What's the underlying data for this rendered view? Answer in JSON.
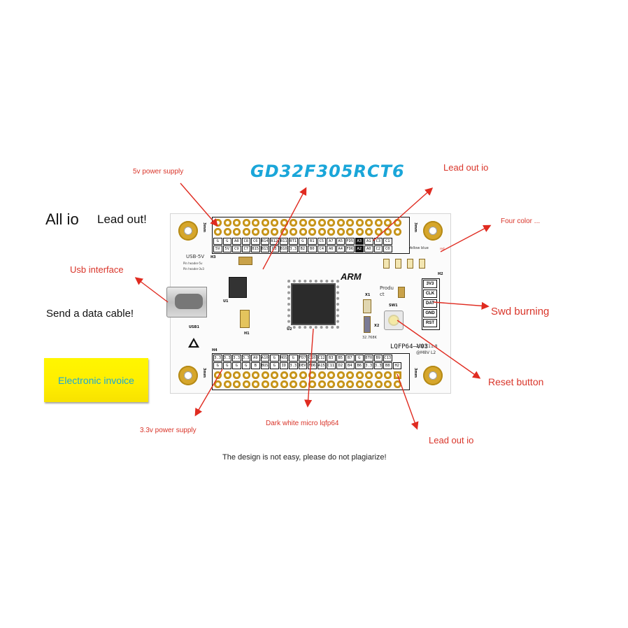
{
  "title": "GD32F305RCT6",
  "labels": {
    "power_5v": "5v power supply",
    "lead_out_top": "Lead out io",
    "four_color": "Four color ...",
    "all_io": "All io",
    "lead_out_excl": "Lead out!",
    "usb_interface": "Usb interface",
    "swd_burning": "Swd burning",
    "send_cable": "Send a data cable!",
    "reset_button": "Reset button",
    "electronic_invoice": "Electronic invoice",
    "power_33v": "3.3v power supply",
    "dark_white_micro": "Dark white micro lqfp64",
    "lead_out_bottom": "Lead out io",
    "footer": "The design is not easy, please do not plagiarize!"
  },
  "board": {
    "top_header_labels": [
      "G",
      "G",
      "A8",
      "C8",
      "C6",
      "B14",
      "B12",
      "B11",
      "BT1",
      "G",
      "B1",
      "C5",
      "A7",
      "A5",
      "FD5",
      "A3",
      "A1",
      "C3",
      "C1"
    ],
    "top_header_labels_row2": [
      "5V",
      "5V",
      "C9",
      "C7",
      "B15",
      "B13",
      "H3",
      "B10",
      "3.3",
      "B2",
      "B0",
      "C4",
      "A6",
      "A4",
      "FD6",
      "A2",
      "A0",
      "C2",
      "C0"
    ],
    "bottom_header_labels_row1": [
      "3.3",
      "3.3",
      "3.3",
      "3.3",
      "A9",
      "A10",
      "G",
      "HOS",
      "G",
      "FD7",
      "C10",
      "C12",
      "B3",
      "B5",
      "B7",
      "G",
      "BT0",
      "B9",
      "C13"
    ],
    "bottom_header_labels_row2": [
      "G",
      "G",
      "G",
      "G",
      "B",
      "BUS",
      "G",
      "ID",
      "3.3",
      "DEV",
      "FD6",
      "A15",
      "C11",
      "D2",
      "B4",
      "B6",
      "3.3",
      "3.3",
      "B8",
      "H2"
    ],
    "swd_pins": [
      "3V3",
      "CLK",
      "DAT",
      "GND",
      "RST"
    ],
    "arm_logo": "ARM",
    "package_text": "LQFP64—V03",
    "date_text": "2023.11.8",
    "sign_text": "@M8V L2",
    "yellow_blue": "Yellow blue",
    "red": "red",
    "usb_label": "USB-5V",
    "usb_sub": "USB1",
    "pin_header_1": "Pin header-5v",
    "pin_header_2": "Pin header-3v3",
    "crystal": "32.768K",
    "x1": "X1",
    "x2": "X2",
    "sw1": "SW1",
    "u1": "U1",
    "u2": "U2",
    "h1": "H1",
    "h2": "H2",
    "h3": "H3",
    "h4": "H4",
    "mm": "3mm",
    "produ": "Produ",
    "ct": "ct"
  }
}
